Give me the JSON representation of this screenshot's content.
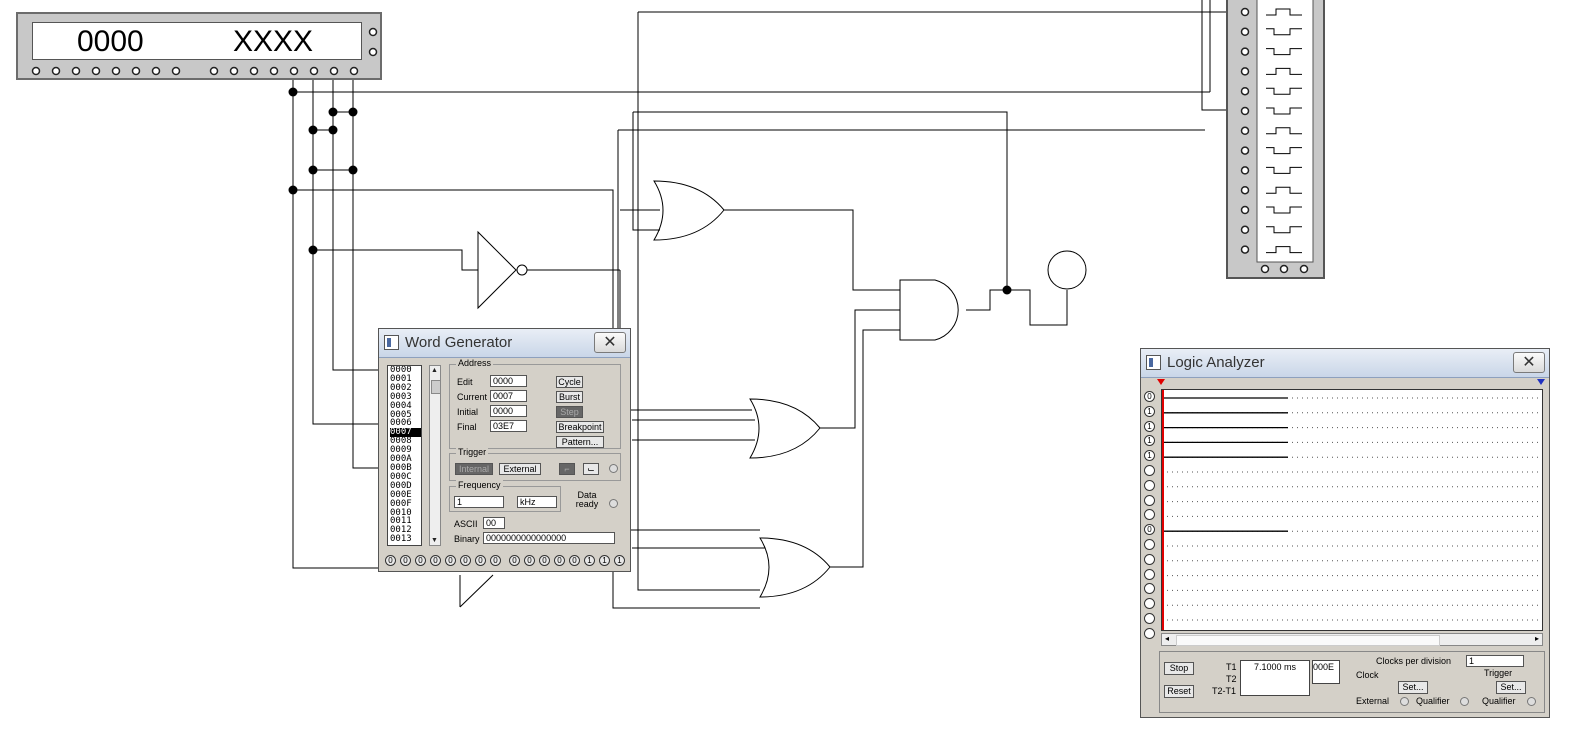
{
  "hex_display": {
    "value_left": "0000",
    "value_right": "XXXX"
  },
  "word_generator": {
    "title": "Word Generator",
    "close_symbol": "✕",
    "addresses": [
      "0000",
      "0001",
      "0002",
      "0003",
      "0004",
      "0005",
      "0006",
      "0007",
      "0008",
      "0009",
      "000A",
      "000B",
      "000C",
      "000D",
      "000E",
      "000F",
      "0010",
      "0011",
      "0012",
      "0013"
    ],
    "selected_address": "0007",
    "address_group": "Address",
    "edit_label": "Edit",
    "edit_value": "0000",
    "current_label": "Current",
    "current_value": "0007",
    "initial_label": "Initial",
    "initial_value": "0000",
    "final_label": "Final",
    "final_value": "03E7",
    "cycle": "Cycle",
    "burst": "Burst",
    "step": "Step",
    "breakpoint": "Breakpoint",
    "pattern": "Pattern...",
    "trigger_group": "Trigger",
    "internal": "Internal",
    "external": "External",
    "frequency_group": "Frequency",
    "frequency_value": "1",
    "frequency_unit": "kHz",
    "data_ready": "Data ready",
    "ascii_label": "ASCII",
    "ascii_value": "00",
    "binary_label": "Binary",
    "binary_value": "0000000000000000",
    "pins": [
      "0",
      "0",
      "0",
      "0",
      "0",
      "0",
      "0",
      "0",
      "0",
      "0",
      "0",
      "0",
      "0",
      "1",
      "1",
      "1"
    ]
  },
  "logic_analyzer": {
    "title": "Logic Analyzer",
    "close_symbol": "✕",
    "channel_states": [
      "0",
      "1",
      "1",
      "1",
      "1",
      "",
      "",
      "",
      "",
      "0",
      "",
      "",
      "",
      "",
      "",
      "",
      ""
    ],
    "stop": "Stop",
    "reset": "Reset",
    "t1_label": "T1",
    "t2_label": "T2",
    "t2t1_label": "T2-T1",
    "t1_value": "7.1000 ms",
    "hex_value": "000E",
    "clocks_per_division_label": "Clocks per division",
    "clocks_per_division_value": "1",
    "clock_label": "Clock",
    "trigger_label": "Trigger",
    "set_label": "Set...",
    "external_label": "External",
    "qualifier_label": "Qualifier"
  }
}
